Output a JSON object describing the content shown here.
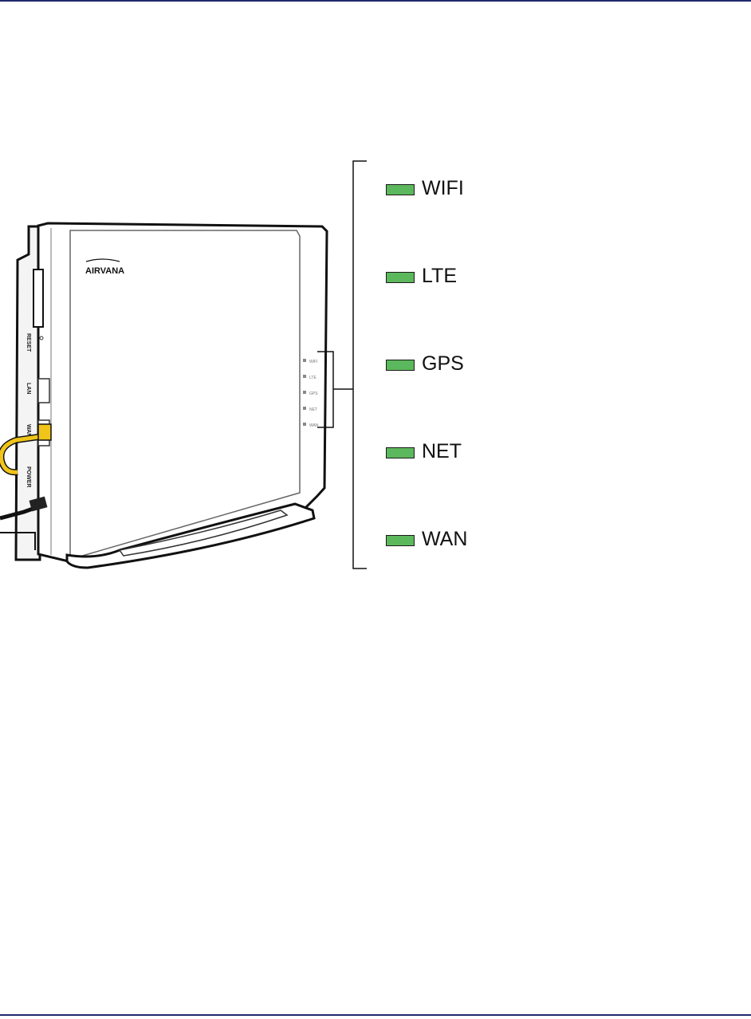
{
  "device": {
    "brand": "AIRVANA",
    "ports": [
      "RESET",
      "LAN",
      "WAN",
      "POWER"
    ],
    "panel_led_labels": [
      "WIFI",
      "LTE",
      "GPS",
      "NET",
      "WAN"
    ]
  },
  "led_legend": {
    "color": "#5cb85c",
    "items": [
      {
        "label": "WIFI"
      },
      {
        "label": "LTE"
      },
      {
        "label": "GPS"
      },
      {
        "label": "NET"
      },
      {
        "label": "WAN"
      }
    ]
  }
}
